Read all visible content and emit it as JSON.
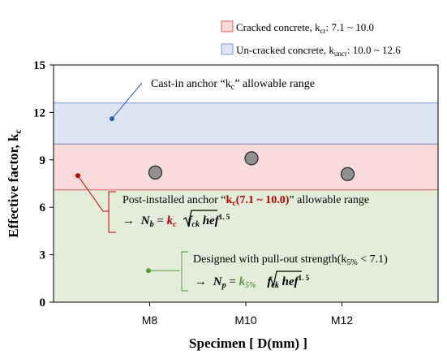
{
  "chart_data": {
    "type": "scatter",
    "categories": [
      "M8",
      "M10",
      "M12"
    ],
    "values": [
      8.2,
      9.1,
      8.1
    ],
    "xlabel": "Specimen [ D(mm) ]",
    "ylabel": "Effective factor, k",
    "ylabel_sub": "c",
    "ylim": [
      0,
      15
    ],
    "yticks": [
      0,
      3,
      6,
      9,
      12,
      15
    ],
    "grid": false,
    "legend_position": "top-right",
    "bands": [
      {
        "name": "uncracked",
        "from": 10.0,
        "to": 12.6,
        "color": "#dde5f4"
      },
      {
        "name": "cracked",
        "from": 7.1,
        "to": 10.0,
        "color": "#fadbdb"
      },
      {
        "name": "designed",
        "from": 0,
        "to": 7.1,
        "color": "#e4edda"
      }
    ],
    "colors": {
      "cracked_edge": "#e15c5c",
      "uncracked_edge": "#7e9bcf",
      "blue_marker": "#2e5ea8",
      "red_marker": "#c00000",
      "green_marker": "#5a9a3c",
      "point_fill": "#909090"
    },
    "legend": {
      "cracked": {
        "text": "Cracked concrete, k",
        "sub": "cr",
        "range": ": 7.1 ~ 10.0"
      },
      "uncracked": {
        "text": "Un-cracked concrete,  k",
        "sub": "uncr",
        "range": ": 10.0 ~ 12.6"
      }
    },
    "annotations": {
      "cast_in": {
        "pre": "Cast-in anchor “k",
        "sub": "c",
        "post": "” allowable range",
        "point_y": 11.6
      },
      "post_installed": {
        "pre": "Post-installed anchor “",
        "k": "k",
        "sub": "c",
        "range": "(7.1 ~ 10.0)",
        "post": "” allowable range",
        "point_y": 8.0
      },
      "designed": {
        "pre": "Designed with pull-out strength(k",
        "sub": "5%",
        "post": " < 7.1)",
        "point_y": 2.0
      }
    },
    "formulas": {
      "nb": {
        "arrow": "→",
        "N": "N",
        "Nsub": "b",
        "eq": " = ",
        "k": "k",
        "ksub": "c",
        "f": "f",
        "fsub": "ck",
        "hef": " hef",
        "exp": "1. 5"
      },
      "np": {
        "arrow": "→",
        "N": "N",
        "Nsub": "p",
        "eq": " = ",
        "k": "k",
        "ksub": "5%",
        "f": "f",
        "fsub": "ck",
        "hef": " hef",
        "exp": "1. 5"
      }
    }
  }
}
